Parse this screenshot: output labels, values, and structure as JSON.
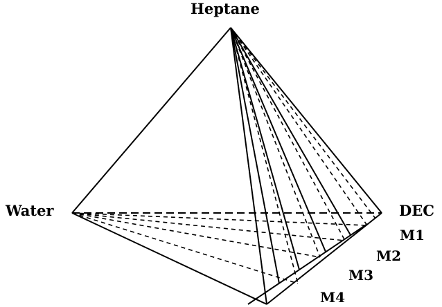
{
  "vertices": {
    "top": "Heptane",
    "left": "Water",
    "right": "DEC"
  },
  "mixtures": [
    "M1",
    "M2",
    "M3",
    "M4"
  ],
  "colors": {
    "line": "#000000",
    "background": "#ffffff"
  }
}
